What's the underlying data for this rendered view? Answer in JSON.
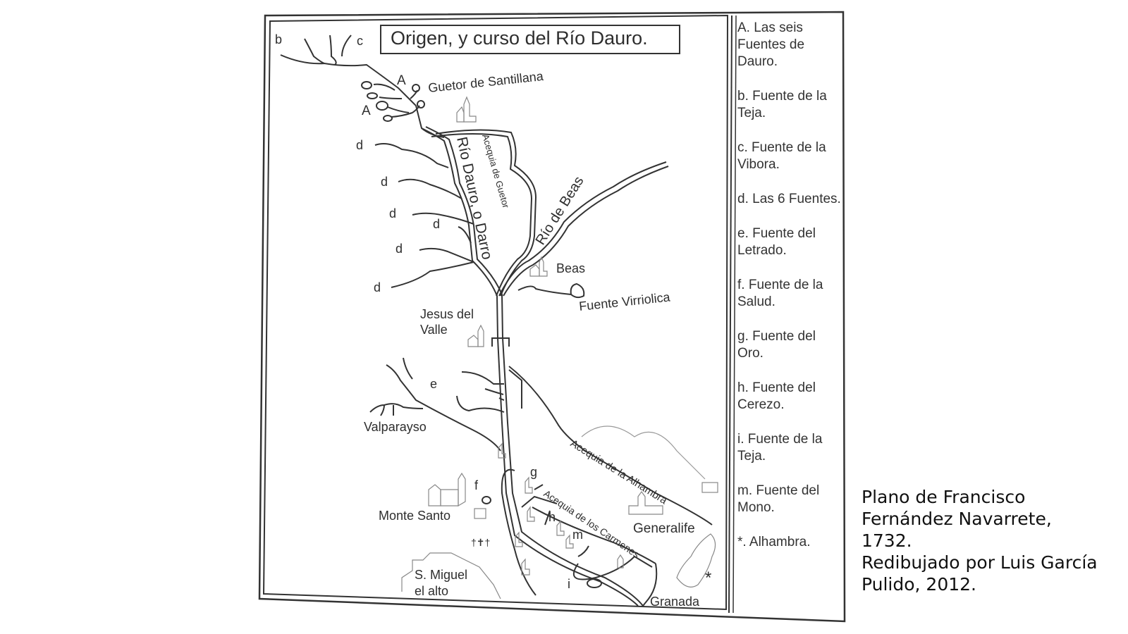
{
  "map": {
    "title": "Origen, y curso del Río Dauro.",
    "labels": {
      "b": "b",
      "c": "c",
      "A1": "A",
      "A2": "A",
      "guetor": "Guetor de Santillana",
      "rio_dauro": "Río Dauro, o Darro",
      "acequia_guetor": "Acequia de Guetor",
      "rio_beas": "Río de Beas",
      "beas": "Beas",
      "fuente_virriolica": "Fuente Virriolica",
      "d": "d",
      "jesus_del_valle_1": "Jesus del",
      "jesus_del_valle_2": "Valle",
      "e": "e",
      "valparayso": "Valparayso",
      "acequia_alhambra": "Acequia de la Alhambra",
      "f": "f",
      "g": "g",
      "h": "h",
      "m": "m",
      "i": "i",
      "monte_santo": "Monte Santo",
      "acequia_carmenes": "Acequia de los Carmenes",
      "generalife": "Generalife",
      "san_miguel_1": "S. Miguel",
      "san_miguel_2": "el alto",
      "granada": "Granada",
      "asterisk": "*"
    }
  },
  "legend": {
    "items": [
      "A. Las seis Fuentes de Dauro.",
      "b. Fuente de la Teja.",
      "c. Fuente de la Vibora.",
      "d. Las 6 Fuentes.",
      "e. Fuente del Letrado.",
      "f. Fuente de la Salud.",
      "g. Fuente del Oro.",
      "h. Fuente del Cerezo.",
      "i. Fuente de la Teja.",
      "m. Fuente del Mono.",
      "*. Alhambra."
    ]
  },
  "caption": {
    "lines": [
      "Plano de Francisco",
      "Fernández Navarrete,",
      "1732.",
      "Redibujado por Luis García",
      "Pulido, 2012."
    ]
  }
}
